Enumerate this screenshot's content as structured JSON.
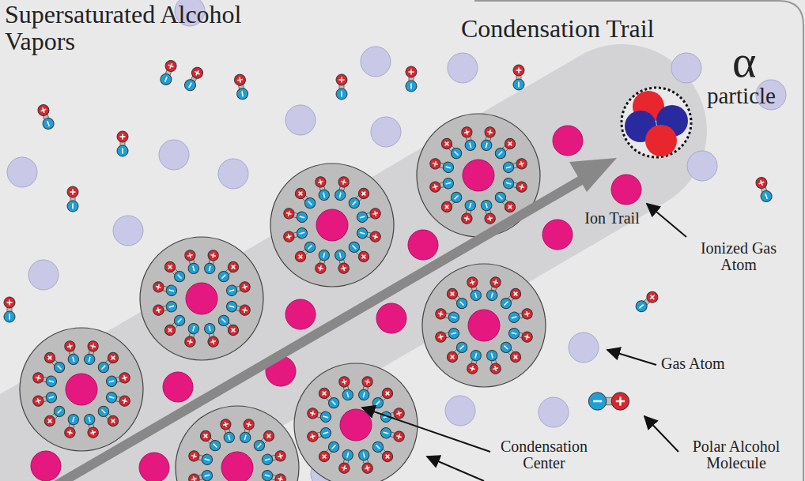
{
  "diagram": {
    "labels": [
      "Supersaturated Alcohol Vapors",
      "Condensation Trail",
      "α",
      "particle",
      "Ion Trail",
      "Ionized Gas Atom",
      "Gas Atom",
      "Polar Alcohol Molecule",
      "Condensation Center"
    ]
  }
}
